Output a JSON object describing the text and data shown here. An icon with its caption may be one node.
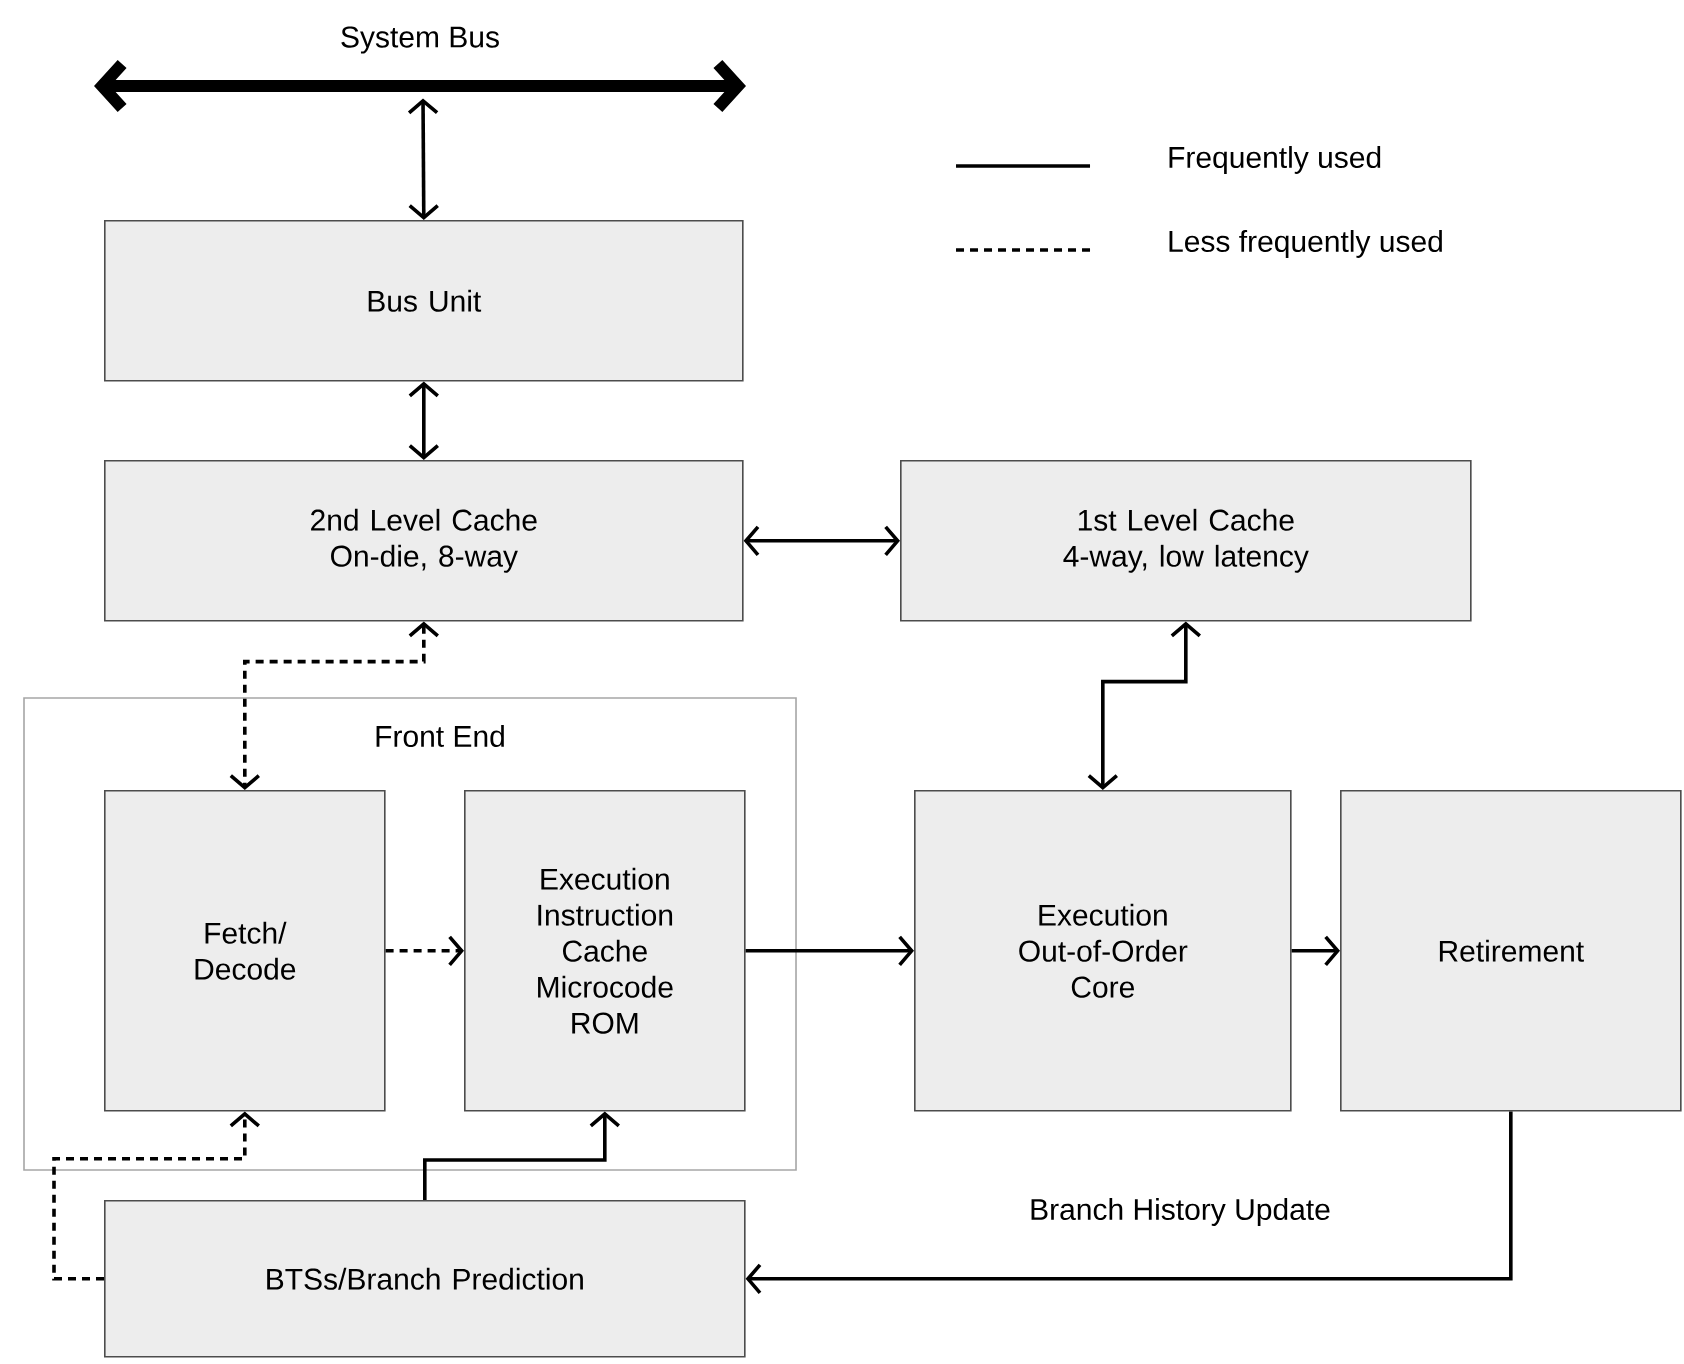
{
  "diagram": {
    "nodes": [
      {
        "text": [
          "System Bus"
        ]
      },
      {
        "text": [
          "Bus Unit"
        ]
      },
      {
        "text": [
          "2nd Level Cache On-die, 8-way"
        ]
      },
      {
        "text": [
          "1st Level Cache 4-way, low latency"
        ]
      },
      {
        "text": [
          "Front End"
        ]
      },
      {
        "text": [
          "Fetch/ Decode"
        ],
        "in": 4
      },
      {
        "text": [
          "Execution Instruction Cache Microcode ROM"
        ],
        "in": 4
      },
      {
        "text": [
          "Execution Out-of-Order Core"
        ]
      },
      {
        "text": [
          "Retirement"
        ]
      },
      {
        "text": [
          "BTSs/Branch Prediction"
        ]
      }
    ],
    "edges": [
      {
        "from": 0,
        "to": 1,
        "arrow": "both"
      },
      {
        "from": 1,
        "to": 2,
        "arrow": "both"
      },
      {
        "from": 2,
        "to": 3,
        "arrow": "both"
      },
      {
        "from": 2,
        "to": 5,
        "arrow": "both",
        "style": "dashed"
      },
      {
        "from": 5,
        "to": 6,
        "arrow": "to",
        "style": "dashed"
      },
      {
        "from": 6,
        "to": 7,
        "arrow": "to"
      },
      {
        "from": 3,
        "to": 7,
        "arrow": "both"
      },
      {
        "from": 7,
        "to": 8,
        "arrow": "to"
      },
      {
        "from": 8,
        "to": 9,
        "arrow": "to",
        "label": "Branch History Update"
      },
      {
        "from": 9,
        "to": 5,
        "arrow": "to",
        "style": "dashed"
      },
      {
        "from": 9,
        "to": 6,
        "arrow": "to"
      }
    ],
    "legend": [
      {
        "text": "Frequently used"
      },
      {
        "text": "Less frequently used"
      }
    ]
  }
}
